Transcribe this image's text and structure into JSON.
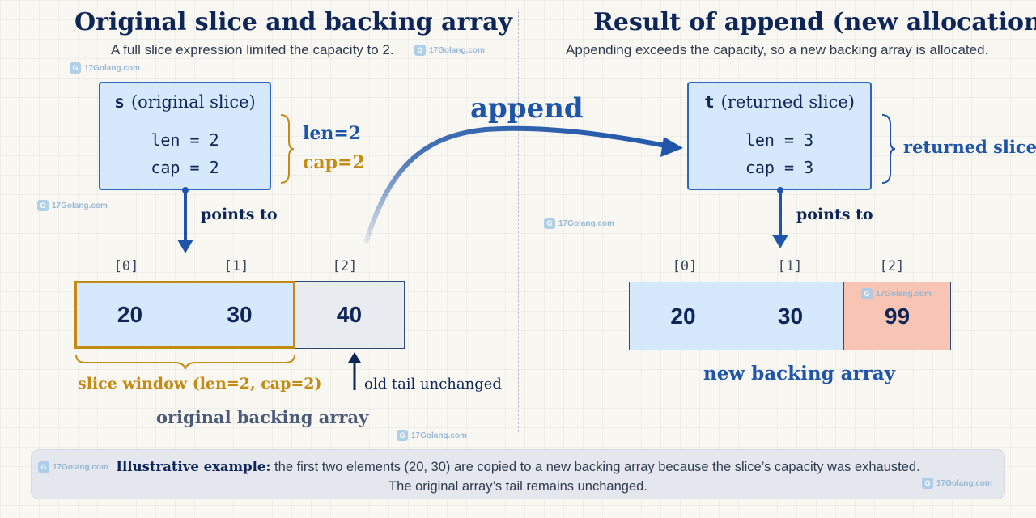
{
  "left": {
    "title": "Original slice and backing array",
    "subtitle": "A full slice expression limited the capacity to 2.",
    "slice": {
      "name": "s",
      "desc": "(original slice)",
      "len_line": "len = 2",
      "cap_line": "cap = 2"
    },
    "brace_len": "len=2",
    "brace_cap": "cap=2",
    "points_to": "points to",
    "indices": [
      "[0]",
      "[1]",
      "[2]"
    ],
    "cells": [
      "20",
      "30",
      "40"
    ],
    "window_label": "slice window (len=2, cap=2)",
    "tail_label": "old tail unchanged",
    "array_label": "original backing array"
  },
  "append_label": "append",
  "right": {
    "title": "Result of append (new allocation)",
    "subtitle": "Appending exceeds the capacity, so a new backing array is allocated.",
    "slice": {
      "name": "t",
      "desc": "(returned slice)",
      "len_line": "len = 3",
      "cap_line": "cap = 3"
    },
    "brace_label": "returned slice",
    "points_to": "points to",
    "indices": [
      "[0]",
      "[1]",
      "[2]"
    ],
    "cells": [
      "20",
      "30",
      "99"
    ],
    "array_label": "new backing array"
  },
  "footer": {
    "bold": "Illustrative example:",
    "line1": " the first two elements (20, 30) are copied to a new backing array because the slice’s capacity was exhausted.",
    "line2": "The original array’s tail remains unchanged."
  },
  "watermark": "17Golang.com",
  "colors": {
    "navy": "#0e2657",
    "blue": "#1f55a8",
    "gold": "#c48a12",
    "cell_blue": "#d6e8fb",
    "cell_gray": "#e8ebef",
    "cell_new": "#f8c4b4"
  }
}
